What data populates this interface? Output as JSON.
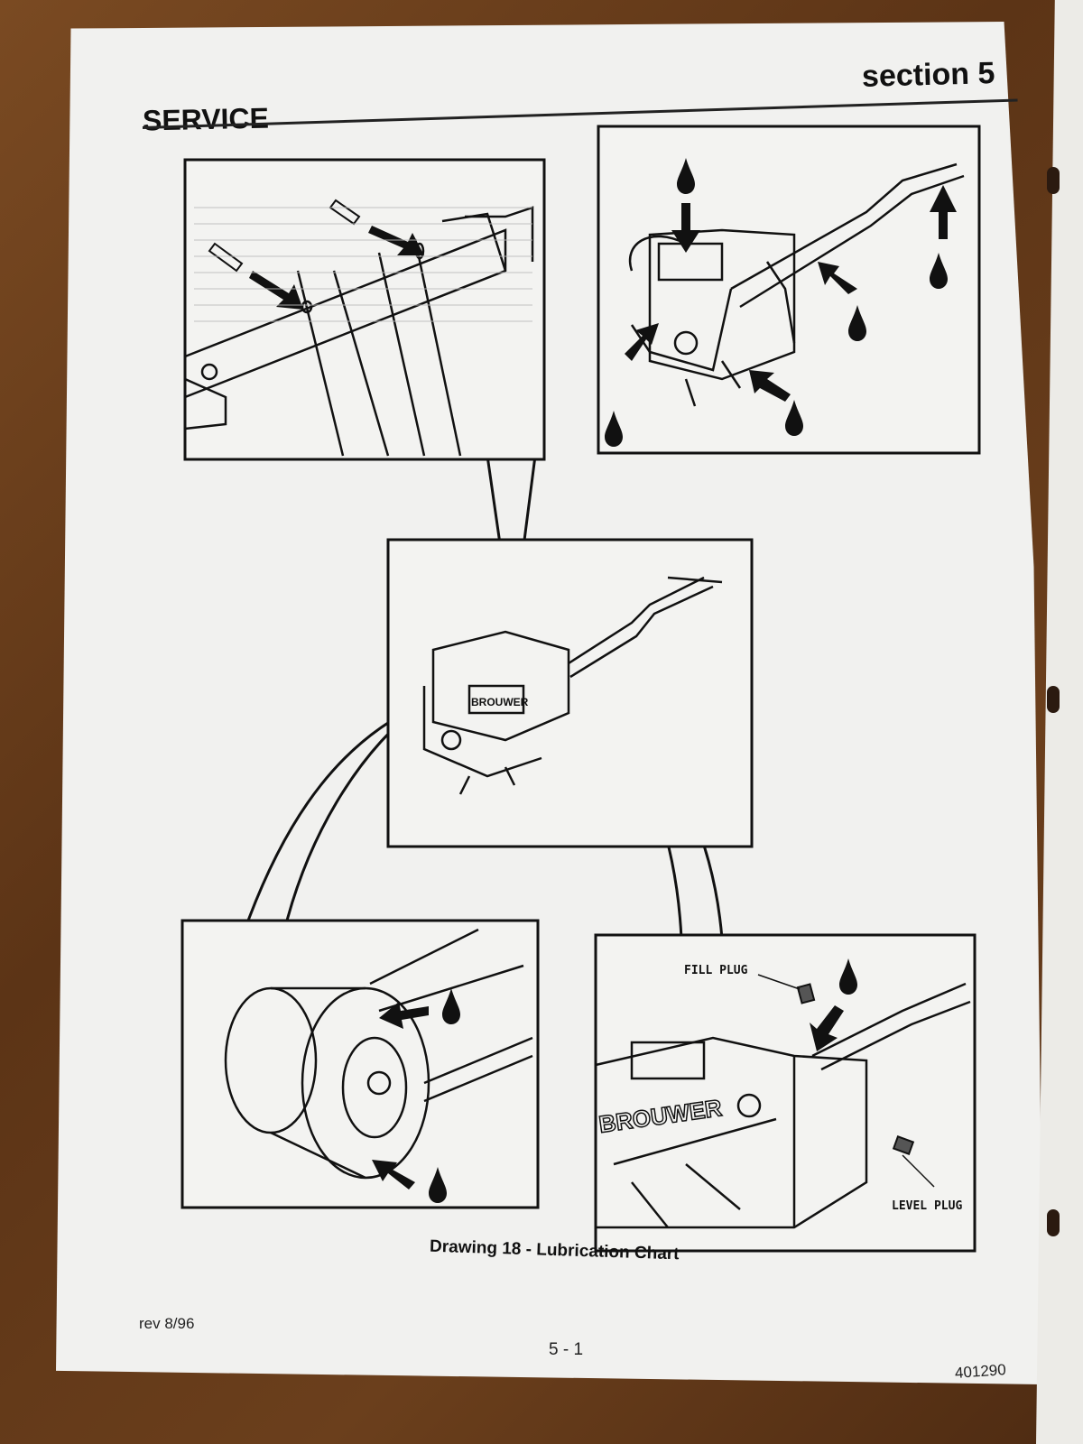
{
  "header": {
    "section": "section 5",
    "title": "SERVICE"
  },
  "figure": {
    "caption": "Drawing 18 - Lubrication Chart",
    "labels": {
      "fill_plug": "FILL PLUG",
      "level_plug": "LEVEL PLUG"
    },
    "panels": [
      "frame-pivot-grease-points",
      "handle-and-engine-grease-points",
      "machine-overview",
      "clutch-pulley-grease-points",
      "gearbox-fill-and-level-plugs"
    ],
    "machine_nameplate": "BROUWER"
  },
  "footer": {
    "revision": "rev 8/96",
    "page_number": "5 - 1",
    "document_number": "401290"
  },
  "colors": {
    "page": "#f1f1ef",
    "ink": "#111111",
    "background": "#5c3416"
  }
}
